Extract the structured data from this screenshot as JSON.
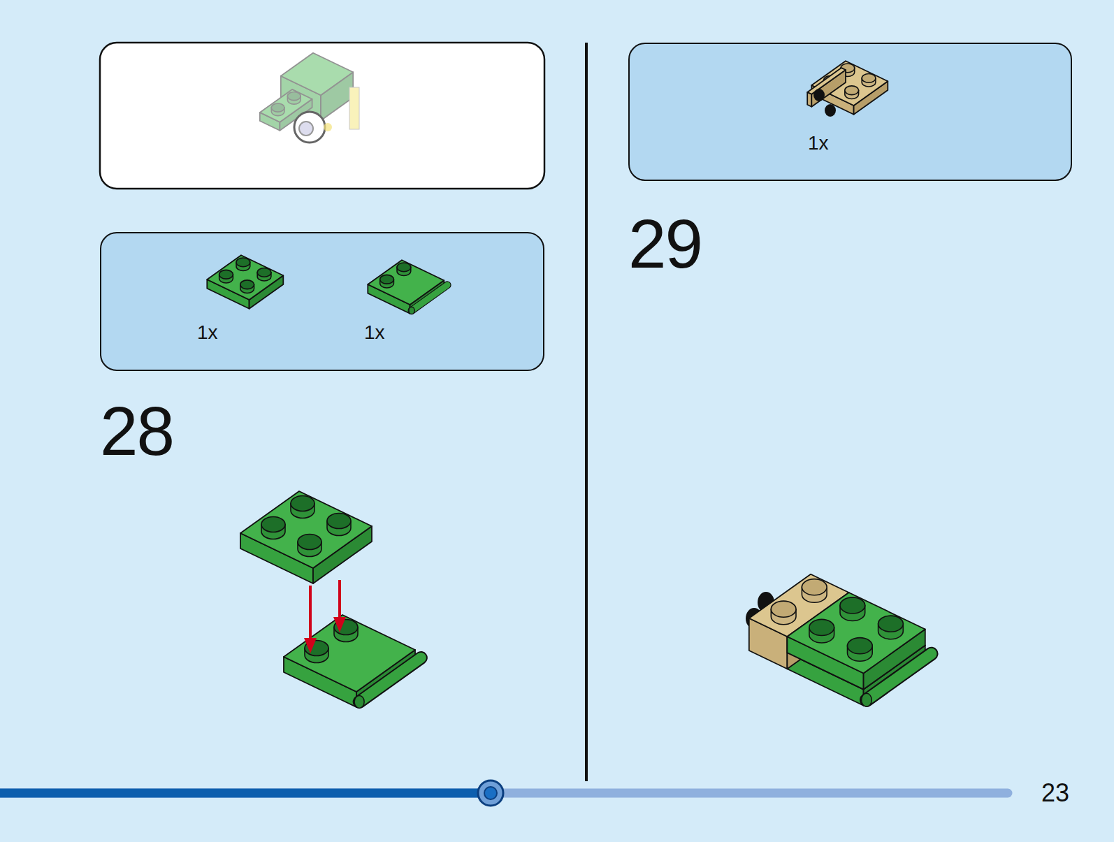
{
  "diagram": {
    "nodes": [
      {
        "text": [
          "1x",
          "1x"
        ]
      },
      {
        "text": [
          "1x"
        ]
      }
    ],
    "labels": [
      "28",
      "29",
      "23"
    ]
  }
}
